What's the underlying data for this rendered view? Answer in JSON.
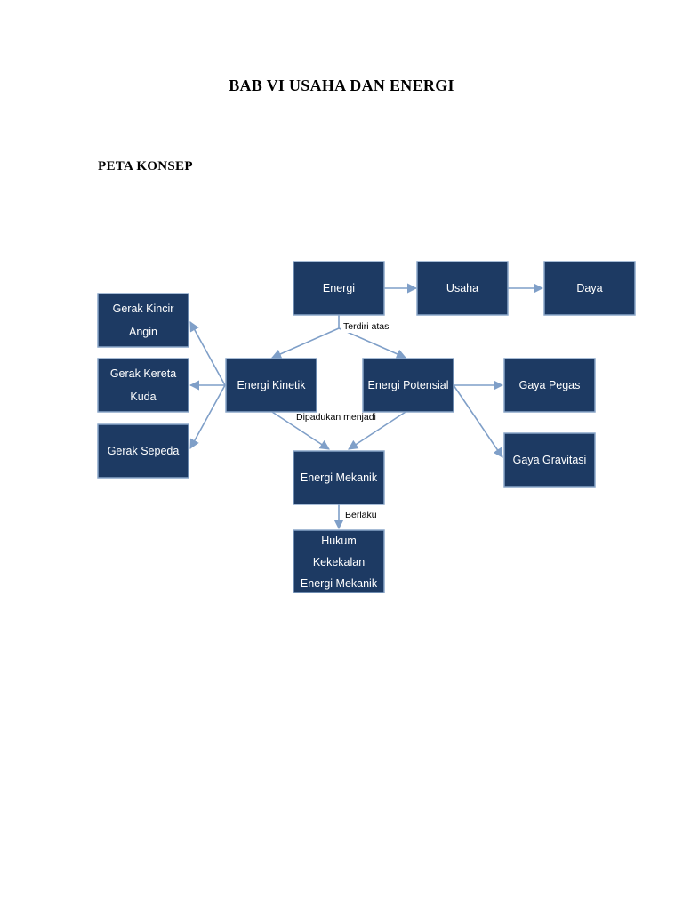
{
  "page": {
    "title": "BAB VI USAHA DAN ENERGI",
    "section": "PETA KONSEP"
  },
  "diagram": {
    "nodes": {
      "energi": [
        "Energi"
      ],
      "usaha": [
        "Usaha"
      ],
      "daya": [
        "Daya"
      ],
      "energi_kinetik": [
        "Energi Kinetik"
      ],
      "energi_potensial": [
        "Energi Potensial"
      ],
      "gerak_kincir_angin": [
        "Gerak Kincir",
        "Angin"
      ],
      "gerak_kereta_kuda": [
        "Gerak Kereta",
        "Kuda"
      ],
      "gerak_sepeda": [
        "Gerak Sepeda"
      ],
      "gaya_pegas": [
        "Gaya Pegas"
      ],
      "gaya_gravitasi": [
        "Gaya Gravitasi"
      ],
      "energi_mekanik": [
        "Energi Mekanik"
      ],
      "hukum_kekekalan": [
        "Hukum",
        "Kekekalan",
        "Energi Mekanik"
      ]
    },
    "edge_labels": {
      "terdiri_atas": "Terdiri atas",
      "dipadukan_menjadi": "Dipadukan menjadi",
      "berlaku": "Berlaku"
    }
  }
}
